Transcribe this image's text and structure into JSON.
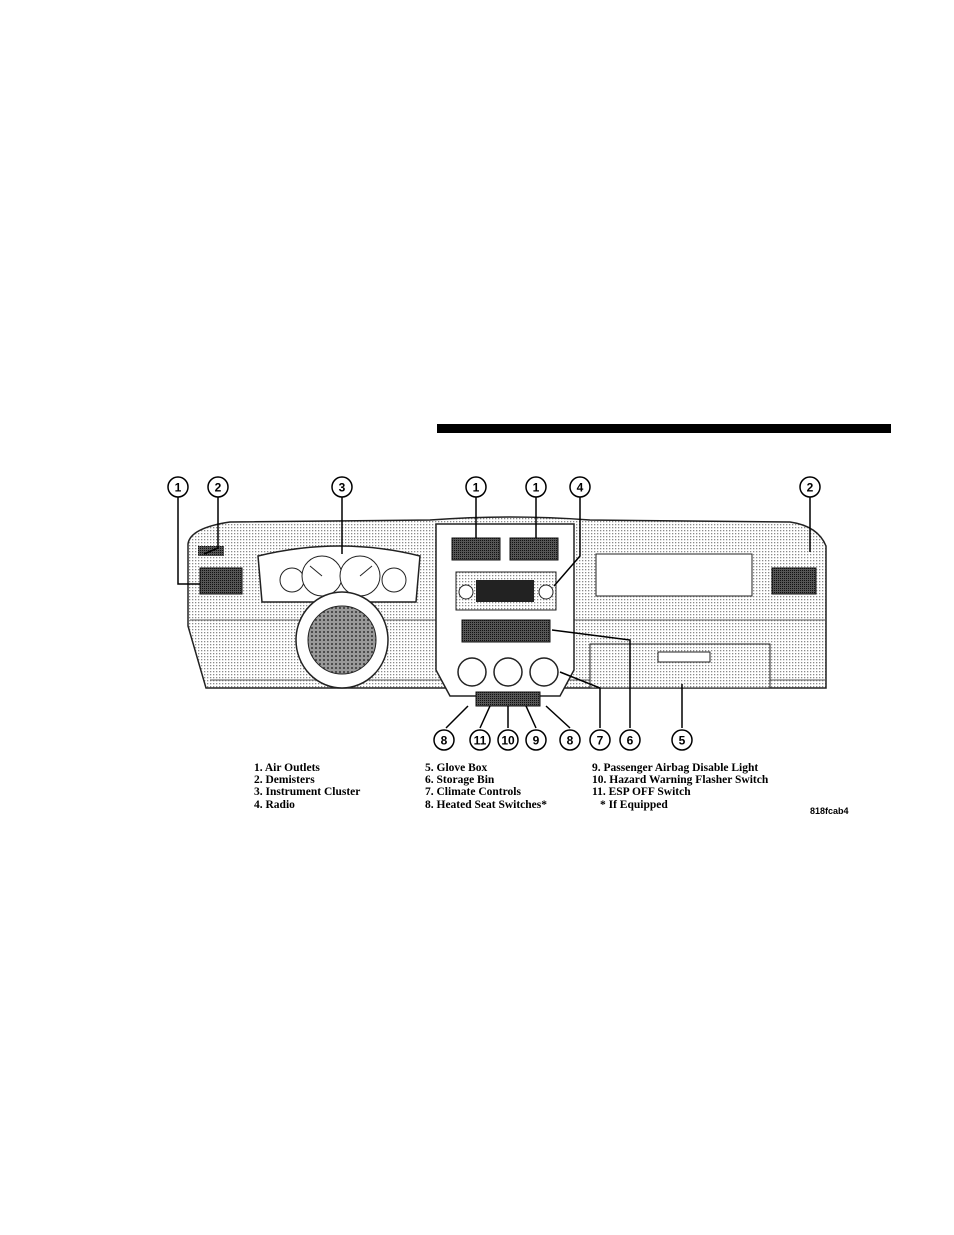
{
  "figure": {
    "callouts": [
      "1",
      "2",
      "3",
      "1",
      "1",
      "4",
      "2",
      "8",
      "11",
      "10",
      "9",
      "8",
      "7",
      "6",
      "5"
    ]
  },
  "legend": {
    "col1": [
      "1. Air Outlets",
      "2. Demisters",
      "3. Instrument Cluster",
      "4. Radio"
    ],
    "col2": [
      "5. Glove Box",
      "6. Storage Bin",
      "7. Climate Controls",
      "8. Heated Seat Switches*"
    ],
    "col3": [
      "9. Passenger Airbag Disable Light",
      "10. Hazard Warning Flasher Switch",
      "11. ESP OFF Switch",
      "* If Equipped"
    ]
  },
  "figure_code": "818fcab4"
}
